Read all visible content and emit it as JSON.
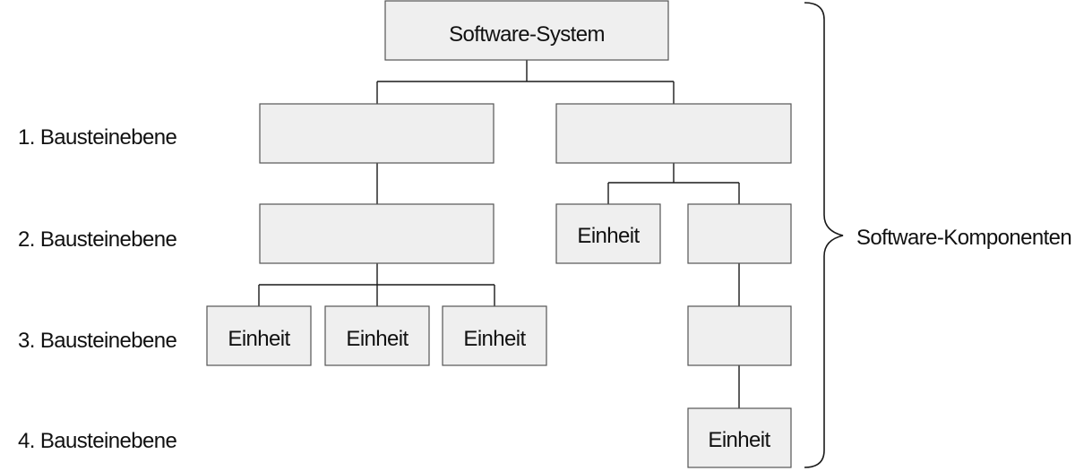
{
  "diagram": {
    "root_label": "Software-System",
    "unit_label": "Einheit",
    "brace_label": "Software-Komponenten",
    "levels": [
      "1. Bausteinebene",
      "2. Bausteinebene",
      "3. Bausteinebene",
      "4. Bausteinebene"
    ]
  }
}
